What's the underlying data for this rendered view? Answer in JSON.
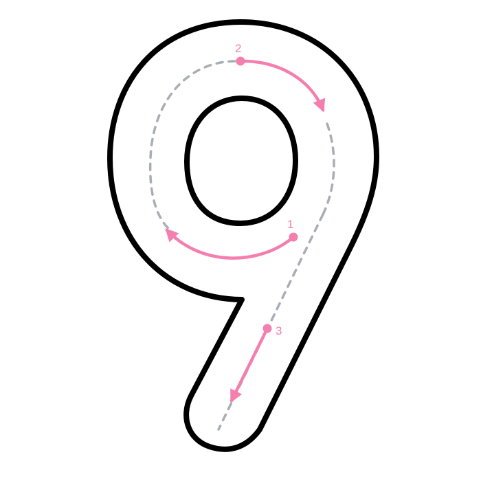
{
  "worksheet": {
    "digit": "9",
    "strokes": [
      {
        "step": "1"
      },
      {
        "step": "2"
      },
      {
        "step": "3"
      }
    ]
  },
  "colors": {
    "outline": "#000000",
    "fill": "#ffffff",
    "guide_dashes": "#a9adb5",
    "arrows": "#f47fae",
    "step_numbers": "#f47fae"
  }
}
